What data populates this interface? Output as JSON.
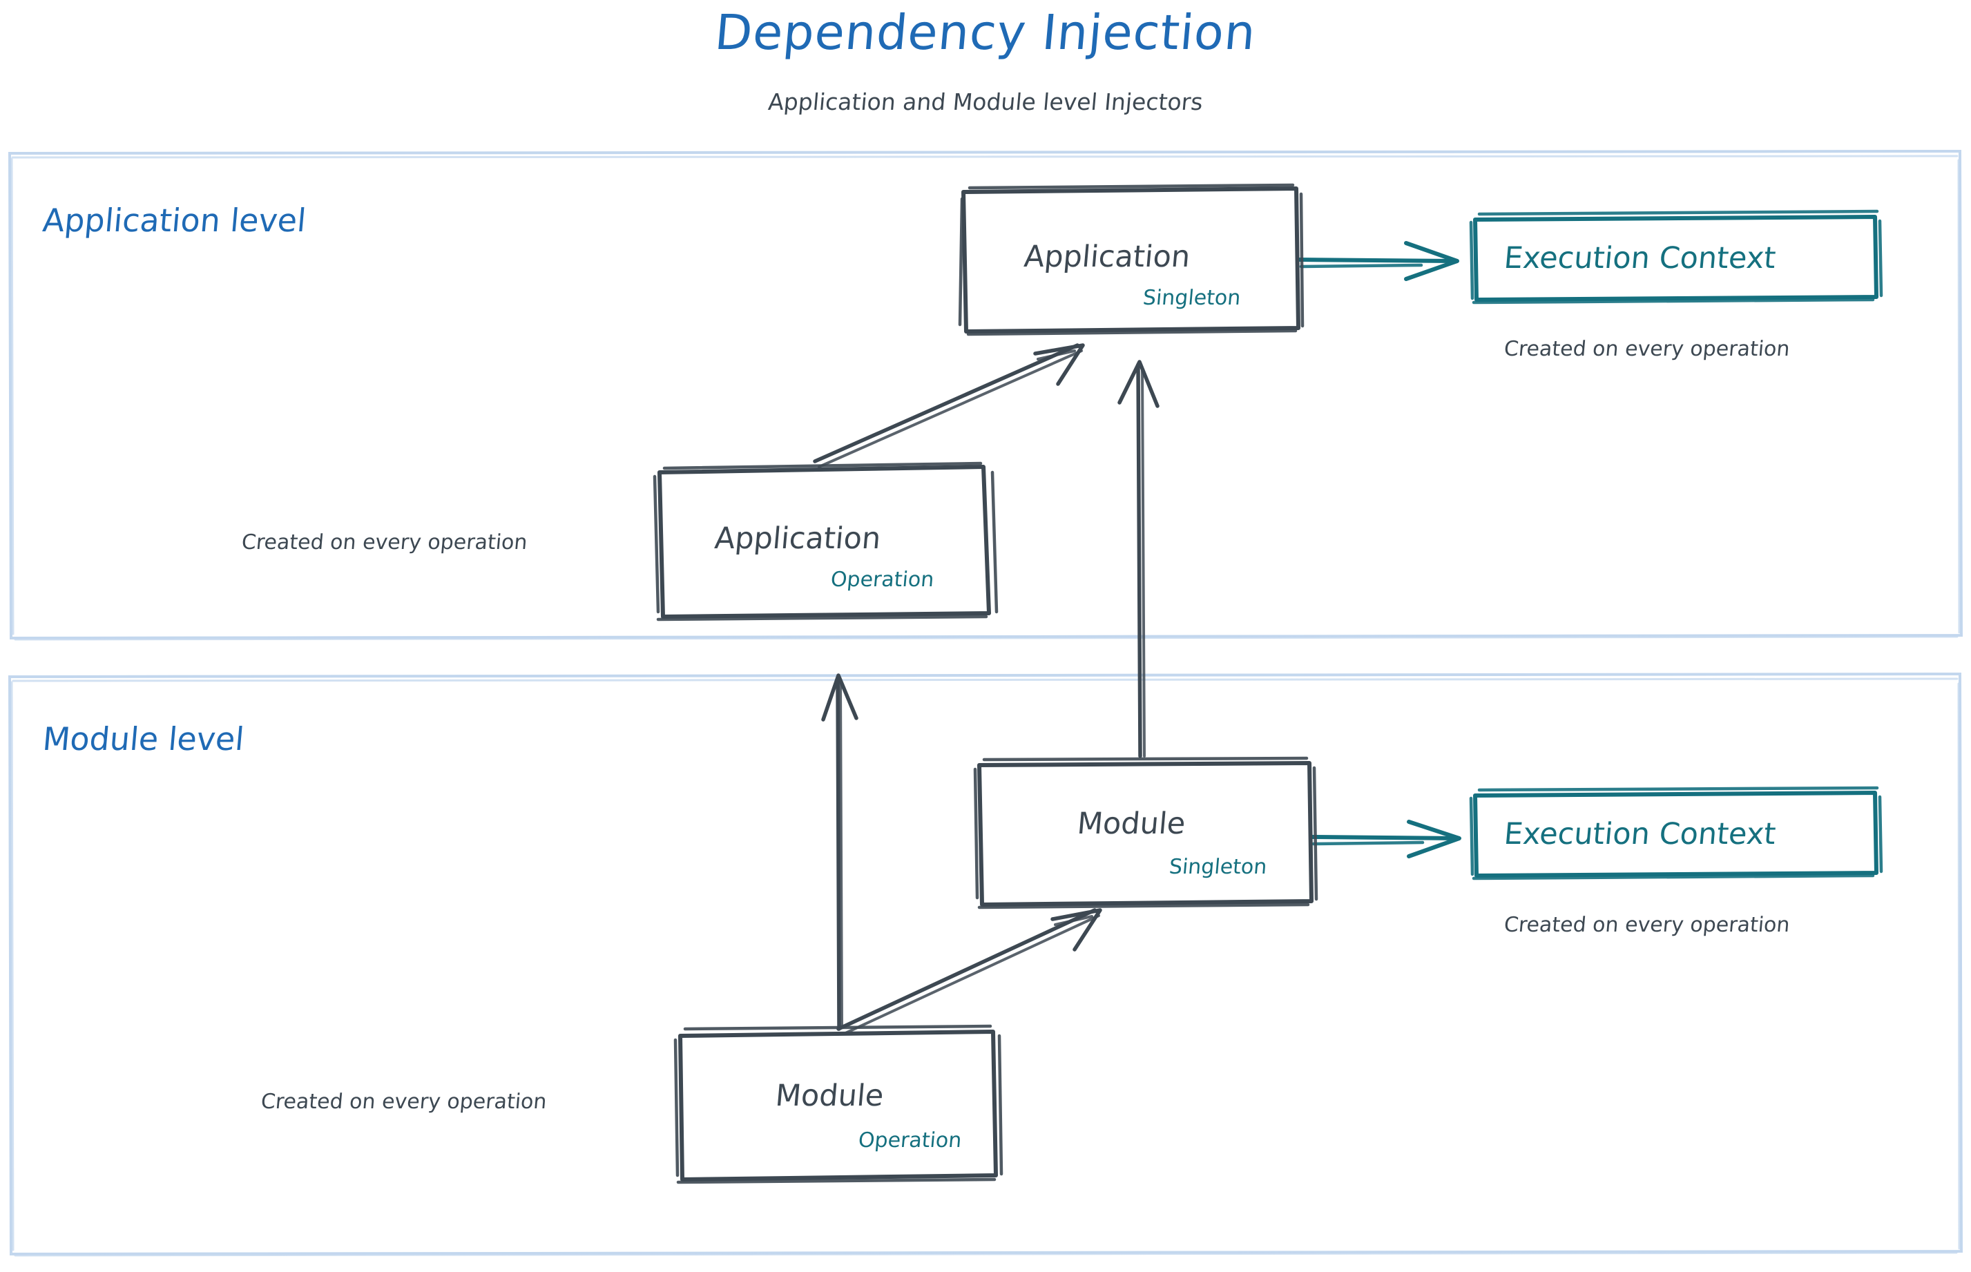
{
  "header": {
    "title": "Dependency Injection",
    "subtitle": "Application and Module level Injectors",
    "title_color": "#1f6ab5",
    "subtitle_color": "#3d4852"
  },
  "colors": {
    "accent_blue": "#1f6ab5",
    "container_border": "#c3d7ee",
    "node_stroke": "#3d4852",
    "teal": "#15707f",
    "background": "#ffffff"
  },
  "containers": [
    {
      "id": "application-level",
      "label": "Application level"
    },
    {
      "id": "module-level",
      "label": "Module level"
    }
  ],
  "nodes": [
    {
      "id": "application-singleton",
      "title": "Application",
      "scope": "Singleton",
      "level": "Application level"
    },
    {
      "id": "application-operation",
      "title": "Application",
      "scope": "Operation",
      "level": "Application level",
      "caption": "Created on every operation"
    },
    {
      "id": "application-execution-context",
      "title": "Execution Context",
      "level": "Application level",
      "caption": "Created on every operation"
    },
    {
      "id": "module-singleton",
      "title": "Module",
      "scope": "Singleton",
      "level": "Module level"
    },
    {
      "id": "module-operation",
      "title": "Module",
      "scope": "Operation",
      "level": "Module level",
      "caption": "Created on every operation"
    },
    {
      "id": "module-execution-context",
      "title": "Execution Context",
      "level": "Module level",
      "caption": "Created on every operation"
    }
  ],
  "edges": [
    {
      "id": "app-op-to-app-singleton",
      "from": "application-operation",
      "to": "application-singleton",
      "color": "#3d4852"
    },
    {
      "id": "app-singleton-to-exec-ctx",
      "from": "application-singleton",
      "to": "application-execution-context",
      "color": "#15707f"
    },
    {
      "id": "module-singleton-to-app-singleton",
      "from": "module-singleton",
      "to": "application-singleton",
      "color": "#3d4852"
    },
    {
      "id": "module-op-to-app-operation",
      "from": "module-operation",
      "to": "application-operation",
      "color": "#3d4852"
    },
    {
      "id": "module-op-to-module-singleton",
      "from": "module-operation",
      "to": "module-singleton",
      "color": "#3d4852"
    },
    {
      "id": "module-singleton-to-exec-ctx",
      "from": "module-singleton",
      "to": "module-execution-context",
      "color": "#15707f"
    }
  ]
}
